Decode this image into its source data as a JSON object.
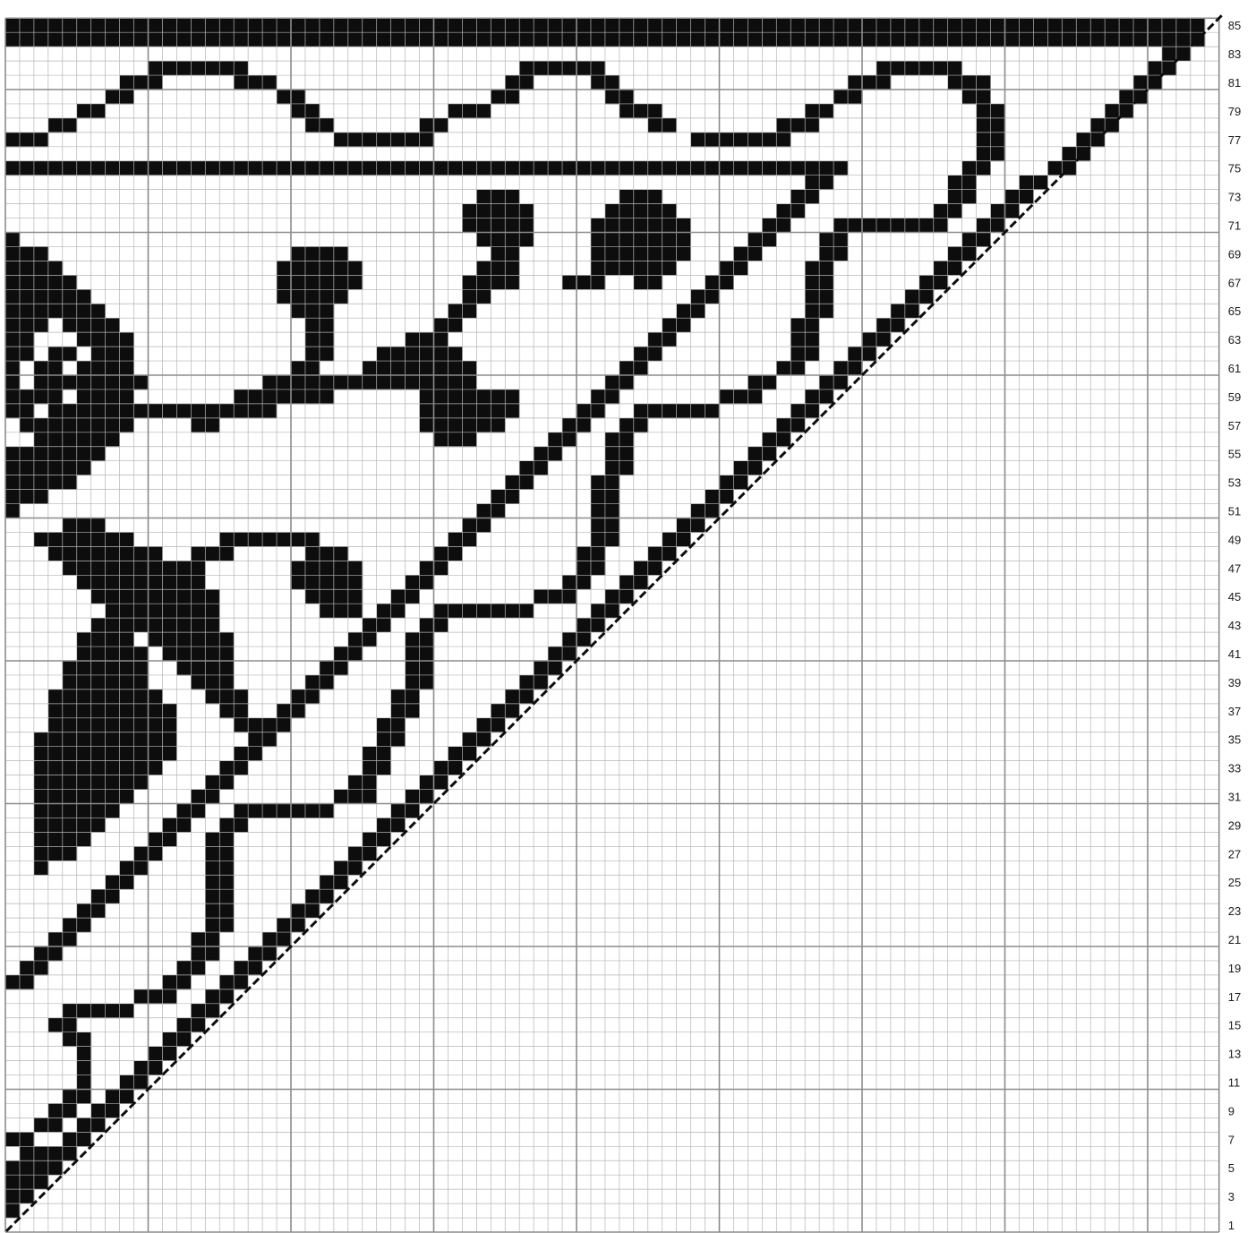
{
  "chart_data": {
    "type": "filet-crochet-chart",
    "grid": {
      "columns": 85,
      "rows": 85,
      "bold_line_every": 10
    },
    "row_labels": [
      "1",
      "3",
      "5",
      "7",
      "9",
      "11",
      "13",
      "15",
      "17",
      "19",
      "21",
      "23",
      "25",
      "27",
      "29",
      "31",
      "33",
      "35",
      "37",
      "39",
      "41",
      "43",
      "45",
      "47",
      "49",
      "51",
      "53",
      "55",
      "57",
      "59",
      "61",
      "63",
      "65",
      "67",
      "69",
      "71",
      "73",
      "75",
      "77",
      "79",
      "81",
      "83",
      "85"
    ],
    "colors": {
      "filled": "#0d0d0d",
      "grid_fine": "#b5b5b5",
      "grid_bold": "#8c8c8c",
      "paper": "#ffffff",
      "label": "#1a1a1a"
    },
    "rows_filled": {
      "85": [
        [
          1,
          84
        ]
      ],
      "84": [
        [
          1,
          84
        ]
      ],
      "83": [
        [
          82,
          83
        ]
      ],
      "82": [
        [
          11,
          17
        ],
        [
          37,
          42
        ],
        [
          62,
          67
        ],
        [
          81,
          82
        ]
      ],
      "81": [
        [
          9,
          11
        ],
        [
          17,
          19
        ],
        [
          36,
          37
        ],
        [
          42,
          43
        ],
        [
          60,
          62
        ],
        [
          67,
          69
        ],
        [
          80,
          81
        ]
      ],
      "80": [
        [
          8,
          9
        ],
        [
          20,
          21
        ],
        [
          35,
          36
        ],
        [
          43,
          44
        ],
        [
          59,
          60
        ],
        [
          68,
          69
        ],
        [
          79,
          80
        ]
      ],
      "79": [
        [
          6,
          7
        ],
        [
          21,
          22
        ],
        [
          32,
          34
        ],
        [
          44,
          46
        ],
        [
          57,
          58
        ],
        [
          69,
          70
        ],
        [
          78,
          79
        ]
      ],
      "78": [
        [
          4,
          5
        ],
        [
          22,
          23
        ],
        [
          30,
          31
        ],
        [
          46,
          47
        ],
        [
          55,
          57
        ],
        [
          69,
          70
        ],
        [
          77,
          78
        ]
      ],
      "77": [
        [
          1,
          3
        ],
        [
          24,
          30
        ],
        [
          49,
          55
        ],
        [
          69,
          70
        ],
        [
          76,
          77
        ]
      ],
      "76": [
        [
          69,
          70
        ],
        [
          75,
          76
        ]
      ],
      "75": [
        [
          1,
          59
        ],
        [
          68,
          69
        ],
        [
          74,
          75
        ]
      ],
      "74": [
        [
          57,
          58
        ],
        [
          67,
          68
        ],
        [
          72,
          73
        ]
      ],
      "73": [
        [
          34,
          36
        ],
        [
          44,
          46
        ],
        [
          56,
          57
        ],
        [
          67,
          68
        ],
        [
          71,
          72
        ]
      ],
      "72": [
        [
          33,
          37
        ],
        [
          43,
          47
        ],
        [
          55,
          56
        ],
        [
          66,
          67
        ],
        [
          70,
          71
        ]
      ],
      "71": [
        [
          33,
          37
        ],
        [
          42,
          48
        ],
        [
          54,
          55
        ],
        [
          59,
          66
        ],
        [
          69,
          70
        ]
      ],
      "70": [
        [
          1,
          1
        ],
        [
          34,
          37
        ],
        [
          42,
          48
        ],
        [
          53,
          54
        ],
        [
          58,
          59
        ],
        [
          68,
          69
        ]
      ],
      "69": [
        [
          1,
          3
        ],
        [
          21,
          24
        ],
        [
          35,
          36
        ],
        [
          42,
          48
        ],
        [
          52,
          53
        ],
        [
          58,
          59
        ],
        [
          67,
          68
        ]
      ],
      "68": [
        [
          1,
          4
        ],
        [
          20,
          25
        ],
        [
          34,
          36
        ],
        [
          42,
          47
        ],
        [
          51,
          52
        ],
        [
          57,
          58
        ],
        [
          66,
          67
        ]
      ],
      "67": [
        [
          1,
          5
        ],
        [
          20,
          25
        ],
        [
          33,
          36
        ],
        [
          40,
          42
        ],
        [
          45,
          46
        ],
        [
          50,
          51
        ],
        [
          57,
          58
        ],
        [
          65,
          66
        ]
      ],
      "66": [
        [
          1,
          6
        ],
        [
          20,
          24
        ],
        [
          33,
          34
        ],
        [
          49,
          50
        ],
        [
          57,
          58
        ],
        [
          64,
          65
        ]
      ],
      "65": [
        [
          1,
          7
        ],
        [
          21,
          23
        ],
        [
          32,
          33
        ],
        [
          48,
          49
        ],
        [
          57,
          58
        ],
        [
          63,
          64
        ]
      ],
      "64": [
        [
          1,
          3
        ],
        [
          5,
          8
        ],
        [
          22,
          23
        ],
        [
          31,
          32
        ],
        [
          47,
          48
        ],
        [
          56,
          57
        ],
        [
          62,
          63
        ]
      ],
      "63": [
        [
          1,
          2
        ],
        [
          6,
          9
        ],
        [
          22,
          23
        ],
        [
          29,
          31
        ],
        [
          46,
          47
        ],
        [
          56,
          57
        ],
        [
          61,
          62
        ]
      ],
      "62": [
        [
          1,
          2
        ],
        [
          4,
          5
        ],
        [
          7,
          9
        ],
        [
          22,
          23
        ],
        [
          27,
          32
        ],
        [
          45,
          46
        ],
        [
          56,
          57
        ],
        [
          60,
          61
        ]
      ],
      "61": [
        [
          1,
          1
        ],
        [
          3,
          4
        ],
        [
          6,
          9
        ],
        [
          21,
          22
        ],
        [
          26,
          33
        ],
        [
          44,
          45
        ],
        [
          55,
          56
        ],
        [
          59,
          60
        ]
      ],
      "60": [
        [
          1,
          1
        ],
        [
          3,
          5
        ],
        [
          6,
          10
        ],
        [
          19,
          23
        ],
        [
          24,
          33
        ],
        [
          43,
          44
        ],
        [
          53,
          54
        ],
        [
          58,
          59
        ]
      ],
      "59": [
        [
          1,
          2
        ],
        [
          3,
          4
        ],
        [
          6,
          9
        ],
        [
          17,
          23
        ],
        [
          30,
          36
        ],
        [
          42,
          43
        ],
        [
          51,
          53
        ],
        [
          57,
          58
        ]
      ],
      "58": [
        [
          1,
          2
        ],
        [
          4,
          5
        ],
        [
          6,
          9
        ],
        [
          10,
          19
        ],
        [
          30,
          36
        ],
        [
          41,
          42
        ],
        [
          45,
          50
        ],
        [
          56,
          57
        ]
      ],
      "57": [
        [
          2,
          3
        ],
        [
          4,
          9
        ],
        [
          14,
          15
        ],
        [
          30,
          35
        ],
        [
          40,
          41
        ],
        [
          44,
          45
        ],
        [
          55,
          56
        ]
      ],
      "56": [
        [
          3,
          8
        ],
        [
          31,
          33
        ],
        [
          39,
          40
        ],
        [
          43,
          44
        ],
        [
          54,
          55
        ]
      ],
      "55": [
        [
          1,
          7
        ],
        [
          38,
          39
        ],
        [
          43,
          44
        ],
        [
          53,
          54
        ]
      ],
      "54": [
        [
          1,
          6
        ],
        [
          37,
          38
        ],
        [
          43,
          44
        ],
        [
          52,
          53
        ]
      ],
      "53": [
        [
          1,
          5
        ],
        [
          36,
          37
        ],
        [
          42,
          43
        ],
        [
          51,
          52
        ]
      ],
      "52": [
        [
          1,
          3
        ],
        [
          35,
          36
        ],
        [
          42,
          43
        ],
        [
          50,
          51
        ]
      ],
      "51": [
        [
          1,
          1
        ],
        [
          34,
          35
        ],
        [
          42,
          43
        ],
        [
          49,
          50
        ]
      ],
      "50": [
        [
          5,
          7
        ],
        [
          33,
          34
        ],
        [
          42,
          43
        ],
        [
          48,
          49
        ]
      ],
      "49": [
        [
          3,
          9
        ],
        [
          16,
          22
        ],
        [
          32,
          33
        ],
        [
          42,
          43
        ],
        [
          47,
          48
        ]
      ],
      "48": [
        [
          4,
          11
        ],
        [
          14,
          16
        ],
        [
          22,
          24
        ],
        [
          31,
          32
        ],
        [
          41,
          42
        ],
        [
          46,
          47
        ]
      ],
      "47": [
        [
          5,
          14
        ],
        [
          21,
          25
        ],
        [
          30,
          31
        ],
        [
          41,
          42
        ],
        [
          45,
          46
        ]
      ],
      "46": [
        [
          6,
          14
        ],
        [
          21,
          25
        ],
        [
          29,
          30
        ],
        [
          40,
          41
        ],
        [
          44,
          45
        ]
      ],
      "45": [
        [
          7,
          15
        ],
        [
          22,
          25
        ],
        [
          28,
          29
        ],
        [
          38,
          40
        ],
        [
          43,
          44
        ]
      ],
      "44": [
        [
          8,
          15
        ],
        [
          23,
          25
        ],
        [
          27,
          28
        ],
        [
          31,
          37
        ],
        [
          42,
          43
        ]
      ],
      "43": [
        [
          7,
          10
        ],
        [
          11,
          15
        ],
        [
          26,
          27
        ],
        [
          30,
          31
        ],
        [
          41,
          42
        ]
      ],
      "42": [
        [
          6,
          9
        ],
        [
          11,
          16
        ],
        [
          25,
          26
        ],
        [
          29,
          30
        ],
        [
          40,
          41
        ]
      ],
      "41": [
        [
          6,
          10
        ],
        [
          12,
          16
        ],
        [
          24,
          25
        ],
        [
          29,
          30
        ],
        [
          39,
          40
        ]
      ],
      "40": [
        [
          5,
          10
        ],
        [
          13,
          16
        ],
        [
          23,
          24
        ],
        [
          29,
          30
        ],
        [
          38,
          39
        ]
      ],
      "39": [
        [
          5,
          10
        ],
        [
          14,
          16
        ],
        [
          22,
          23
        ],
        [
          29,
          30
        ],
        [
          37,
          38
        ]
      ],
      "38": [
        [
          4,
          11
        ],
        [
          15,
          17
        ],
        [
          21,
          22
        ],
        [
          28,
          29
        ],
        [
          36,
          37
        ]
      ],
      "37": [
        [
          4,
          12
        ],
        [
          16,
          17
        ],
        [
          20,
          21
        ],
        [
          28,
          29
        ],
        [
          35,
          36
        ]
      ],
      "36": [
        [
          4,
          12
        ],
        [
          17,
          18
        ],
        [
          19,
          20
        ],
        [
          27,
          28
        ],
        [
          34,
          35
        ]
      ],
      "35": [
        [
          3,
          12
        ],
        [
          18,
          19
        ],
        [
          27,
          28
        ],
        [
          33,
          34
        ]
      ],
      "34": [
        [
          3,
          12
        ],
        [
          17,
          18
        ],
        [
          26,
          27
        ],
        [
          32,
          33
        ]
      ],
      "33": [
        [
          3,
          11
        ],
        [
          16,
          17
        ],
        [
          26,
          27
        ],
        [
          31,
          32
        ]
      ],
      "32": [
        [
          3,
          10
        ],
        [
          15,
          16
        ],
        [
          25,
          26
        ],
        [
          30,
          31
        ]
      ],
      "31": [
        [
          3,
          9
        ],
        [
          14,
          15
        ],
        [
          24,
          26
        ],
        [
          29,
          30
        ]
      ],
      "30": [
        [
          3,
          8
        ],
        [
          13,
          14
        ],
        [
          17,
          23
        ],
        [
          28,
          29
        ]
      ],
      "29": [
        [
          3,
          7
        ],
        [
          12,
          13
        ],
        [
          16,
          17
        ],
        [
          27,
          28
        ]
      ],
      "28": [
        [
          3,
          6
        ],
        [
          11,
          12
        ],
        [
          15,
          16
        ],
        [
          26,
          27
        ]
      ],
      "27": [
        [
          3,
          5
        ],
        [
          10,
          11
        ],
        [
          15,
          16
        ],
        [
          25,
          26
        ]
      ],
      "26": [
        [
          3,
          3
        ],
        [
          9,
          10
        ],
        [
          15,
          16
        ],
        [
          24,
          25
        ]
      ],
      "25": [
        [
          8,
          9
        ],
        [
          15,
          16
        ],
        [
          23,
          24
        ]
      ],
      "24": [
        [
          7,
          8
        ],
        [
          15,
          16
        ],
        [
          22,
          23
        ]
      ],
      "23": [
        [
          6,
          7
        ],
        [
          15,
          16
        ],
        [
          21,
          22
        ]
      ],
      "22": [
        [
          5,
          6
        ],
        [
          15,
          16
        ],
        [
          20,
          21
        ]
      ],
      "21": [
        [
          4,
          5
        ],
        [
          14,
          15
        ],
        [
          19,
          20
        ]
      ],
      "20": [
        [
          3,
          4
        ],
        [
          14,
          15
        ],
        [
          18,
          19
        ]
      ],
      "19": [
        [
          2,
          3
        ],
        [
          13,
          14
        ],
        [
          17,
          18
        ]
      ],
      "18": [
        [
          1,
          2
        ],
        [
          12,
          13
        ],
        [
          16,
          17
        ]
      ],
      "17": [
        [
          10,
          12
        ],
        [
          15,
          16
        ]
      ],
      "16": [
        [
          5,
          9
        ],
        [
          14,
          15
        ]
      ],
      "15": [
        [
          4,
          5
        ],
        [
          13,
          14
        ]
      ],
      "14": [
        [
          5,
          6
        ],
        [
          12,
          13
        ]
      ],
      "13": [
        [
          6,
          6
        ],
        [
          11,
          12
        ]
      ],
      "12": [
        [
          6,
          6
        ],
        [
          10,
          11
        ]
      ],
      "11": [
        [
          6,
          6
        ],
        [
          9,
          10
        ]
      ],
      "10": [
        [
          5,
          6
        ],
        [
          8,
          9
        ]
      ],
      "9": [
        [
          4,
          5
        ],
        [
          7,
          8
        ]
      ],
      "8": [
        [
          3,
          4
        ],
        [
          6,
          7
        ]
      ],
      "7": [
        [
          1,
          2
        ],
        [
          5,
          6
        ]
      ],
      "6": [
        [
          2,
          3
        ],
        [
          4,
          5
        ]
      ],
      "5": [
        [
          1,
          2
        ],
        [
          3,
          4
        ]
      ],
      "4": [
        [
          1,
          3
        ]
      ],
      "3": [
        [
          1,
          2
        ]
      ],
      "2": [
        [
          1,
          1
        ]
      ],
      "1": []
    }
  }
}
